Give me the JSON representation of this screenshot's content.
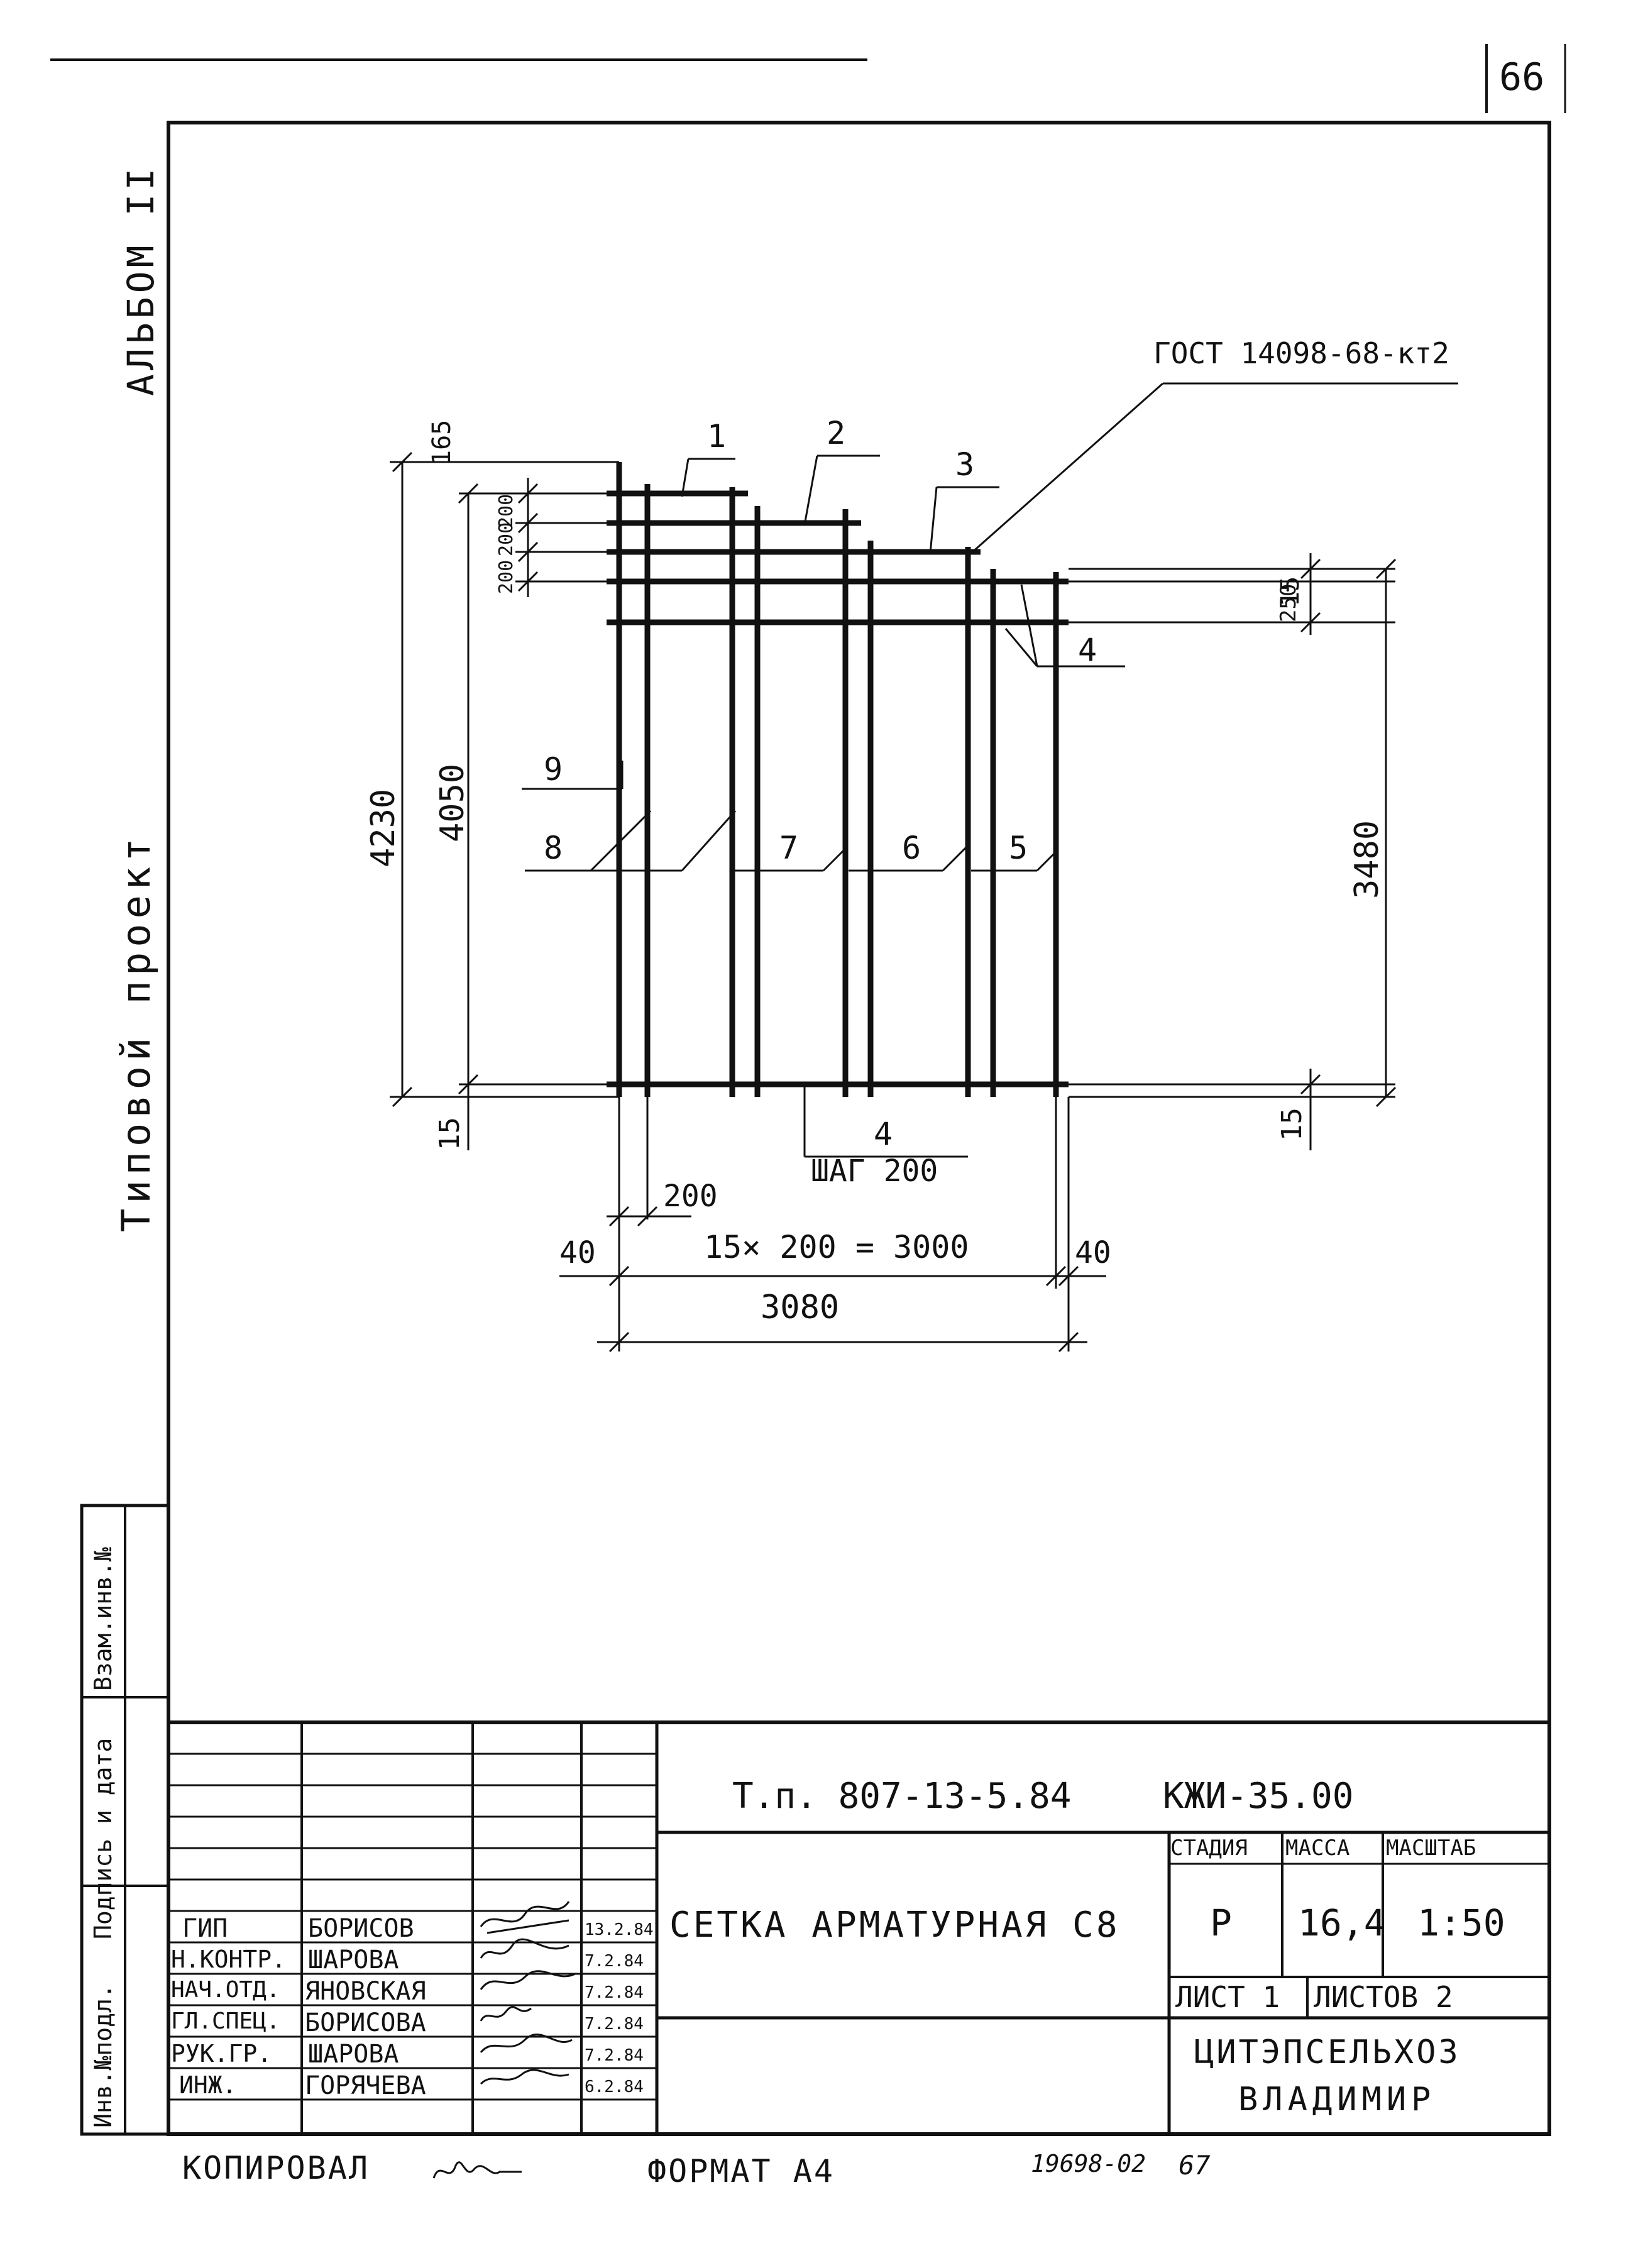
{
  "sheet_number": "66",
  "side": {
    "album": "АЛЬБОМ II",
    "project": "Типовой проект"
  },
  "drawing": {
    "gost_note": "ГОСТ 14098-68-кт2",
    "callouts": [
      "1",
      "2",
      "3",
      "4",
      "5",
      "6",
      "7",
      "8",
      "9"
    ],
    "callout_bottom": "4",
    "step_label": "ШАГ 200",
    "dims": {
      "d165": "165",
      "d200a": "200",
      "d200b": "200",
      "d200c": "200",
      "d4230": "4230",
      "d4050": "4050",
      "d15_left": "15",
      "d15_right_top": "15",
      "d250": "250",
      "d3480": "3480",
      "d15_right_bottom": "15",
      "d200_bottom": "200",
      "d40_left": "40",
      "d15x200": "15× 200 = 3000",
      "d40_right": "40",
      "d3080": "3080"
    }
  },
  "stamp_side": {
    "inv_podl": "Инв.№подл.",
    "podpis_data": "Подпись и дата",
    "vzam_inv": "Взам.инв.№"
  },
  "title_block": {
    "doc_code": "Т.п. 807-13-5.84",
    "mark": "КЖИ-35.00",
    "title": "СЕТКА АРМАТУРНАЯ С8",
    "headers": {
      "stage": "СТАДИЯ",
      "mass": "МАССА",
      "scale": "МАСШТАБ"
    },
    "stage": "Р",
    "mass": "16,4",
    "scale": "1:50",
    "sheet": "ЛИСТ 1",
    "sheets": "ЛИСТОВ 2",
    "org_line1": "ЦИТЭПСЕЛЬХОЗ",
    "org_line2": "ВЛАДИМИР",
    "rows": [
      {
        "role": "ГИП",
        "name": "БОРИСОВ",
        "date": "13.2.84"
      },
      {
        "role": "Н.КОНТР.",
        "name": "ШАРОВА",
        "date": "7.2.84"
      },
      {
        "role": "НАЧ.ОТД.",
        "name": "ЯНОВСКАЯ",
        "date": "7.2.84"
      },
      {
        "role": "ГЛ.СПЕЦ.",
        "name": "БОРИСОВА",
        "date": "7.2.84"
      },
      {
        "role": "РУК.ГР.",
        "name": "ШАРОВА",
        "date": "7.2.84"
      },
      {
        "role": "ИНЖ.",
        "name": "ГОРЯЧЕВА",
        "date": "6.2.84"
      }
    ]
  },
  "footer": {
    "copied": "КОПИРОВАЛ",
    "format": "ФОРМАТ А4",
    "ref": "19698-02",
    "page": "67"
  }
}
